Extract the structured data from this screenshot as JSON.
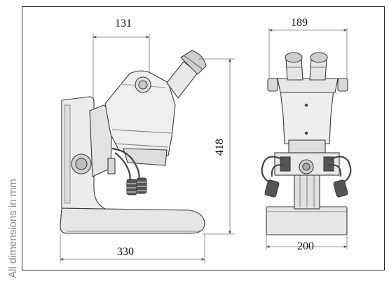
{
  "figure": {
    "note": "All dimensions in mm",
    "dimensions": {
      "side_depth": "131",
      "front_width": "189",
      "height": "418",
      "base_length": "330",
      "base_width": "200"
    },
    "colors": {
      "line": "#3a3a3a",
      "dim_line": "#777777",
      "fill_light": "#f2f2f2",
      "fill_mid": "#d9d9d9",
      "fill_dark": "#555555",
      "note": "#8a8a8a"
    }
  }
}
